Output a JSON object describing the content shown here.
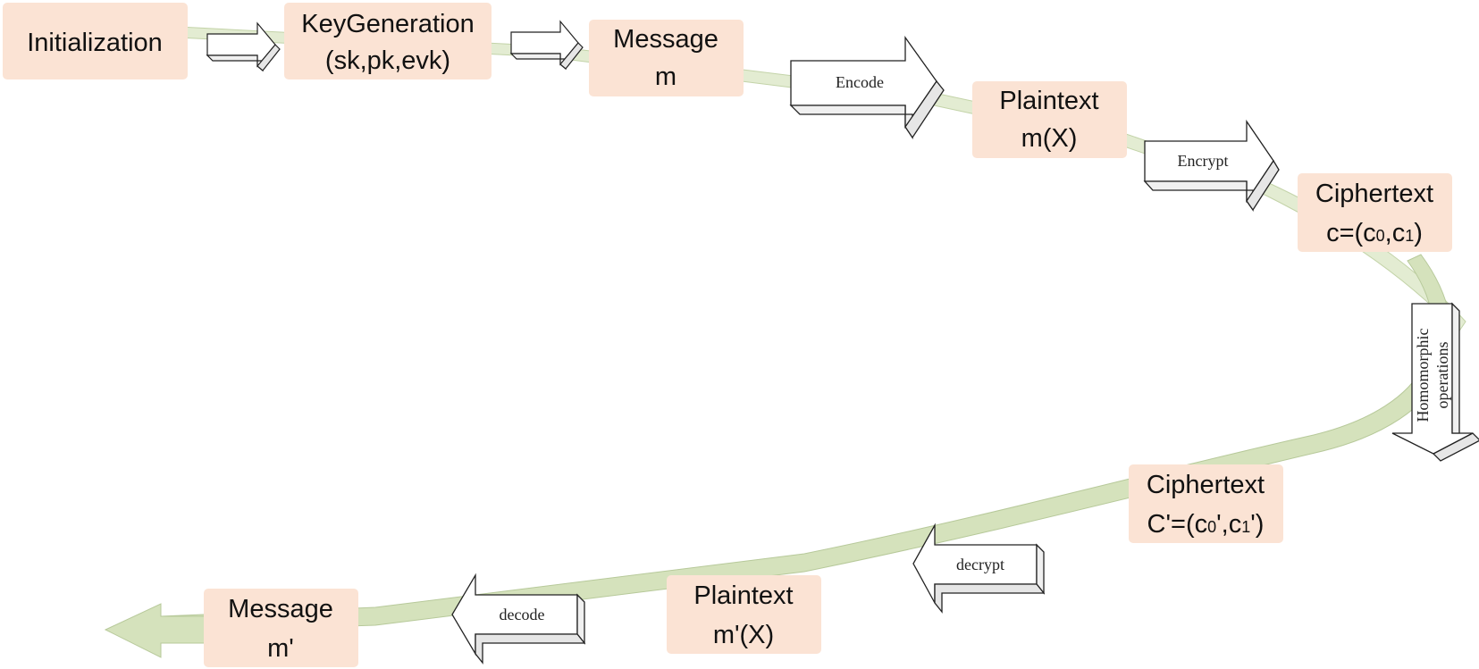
{
  "colors": {
    "box_fill": "#fbe3d4",
    "path_fill": "#d5e2bc",
    "path_stroke": "#b7c99a",
    "arrow_face": "#ffffff",
    "arrow_side": "#f2f2f2",
    "arrow_stroke": "#222222"
  },
  "boxes": {
    "initialization": {
      "line1": "Initialization"
    },
    "keygen": {
      "line1": "KeyGeneration",
      "line2": "(sk,pk,evk)"
    },
    "message": {
      "line1": "Message",
      "line2": "m"
    },
    "plaintext": {
      "line1": "Plaintext",
      "line2": "m(X)"
    },
    "ciphertext": {
      "line1": "Ciphertext",
      "line2_main": "c=(c",
      "sub0": "0",
      "comma": ",c",
      "sub1": "1",
      "close": ")"
    },
    "ciphertext2": {
      "line1": "Ciphertext",
      "line2_main": "C'=(c",
      "sub0": "0",
      "comma": "',c",
      "sub1": "1",
      "close": "')"
    },
    "plaintext2": {
      "line1": "Plaintext",
      "line2": "m'(X)"
    },
    "message2": {
      "line1": "Message",
      "line2": "m'"
    }
  },
  "arrows": {
    "encode": "Encode",
    "encrypt": "Encrypt",
    "homomorphic_line1": "Homomorphic",
    "homomorphic_line2": "operations",
    "decrypt": "decrypt",
    "decode": "decode"
  }
}
